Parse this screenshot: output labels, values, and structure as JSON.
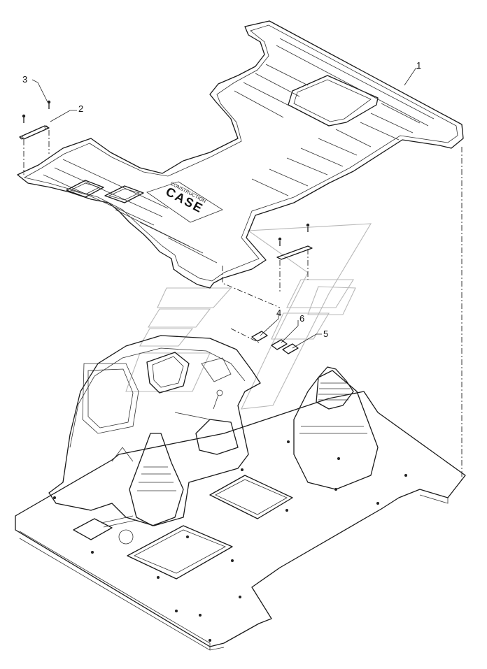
{
  "callouts": [
    {
      "id": "1",
      "label": "1"
    },
    {
      "id": "2",
      "label": "2"
    },
    {
      "id": "3",
      "label": "3"
    },
    {
      "id": "4",
      "label": "4"
    },
    {
      "id": "5",
      "label": "5"
    },
    {
      "id": "6",
      "label": "6"
    }
  ],
  "mat_logo": {
    "brand": "CASE",
    "subtitle": "CONSTRUCTION"
  },
  "colors": {
    "line": "#1a1a1a",
    "watermark": "#b8b8b8",
    "background": "#ffffff"
  }
}
